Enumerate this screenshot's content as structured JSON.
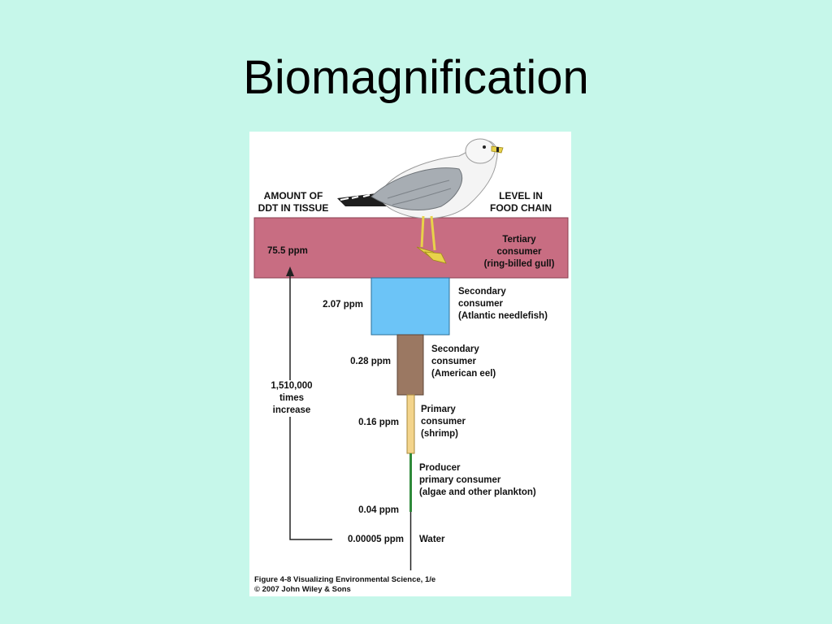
{
  "slide": {
    "title": "Biomagnification"
  },
  "headers": {
    "left": [
      "AMOUNT OF",
      "DDT IN TISSUE"
    ],
    "right": [
      "LEVEL IN",
      "FOOD CHAIN"
    ]
  },
  "levels": [
    {
      "amount": "75.5 ppm",
      "level": [
        "Tertiary",
        "consumer",
        "(ring-billed gull)"
      ],
      "color": "#c86d82"
    },
    {
      "amount": "2.07 ppm",
      "level": [
        "Secondary",
        "consumer",
        "(Atlantic needlefish)"
      ],
      "color": "#6cc4f7"
    },
    {
      "amount": "0.28 ppm",
      "level": [
        "Secondary",
        "consumer",
        "(American eel)"
      ],
      "color": "#9b7862"
    },
    {
      "amount": "0.16 ppm",
      "level": [
        "Primary",
        "consumer",
        "(shrimp)"
      ],
      "color": "#f3d48c"
    },
    {
      "amount": "0.04 ppm",
      "level": [
        "Producer",
        "primary consumer",
        "(algae and other plankton)"
      ],
      "color": "#2f8a3a"
    },
    {
      "amount": "0.00005 ppm",
      "level": [
        "Water"
      ]
    }
  ],
  "increase": [
    "1,510,000",
    "times",
    "increase"
  ],
  "caption": [
    "Figure 4-8  Visualizing Environmental Science, 1/e",
    "© 2007 John Wiley & Sons"
  ],
  "illustration": {
    "subject": "gull-illustration"
  }
}
